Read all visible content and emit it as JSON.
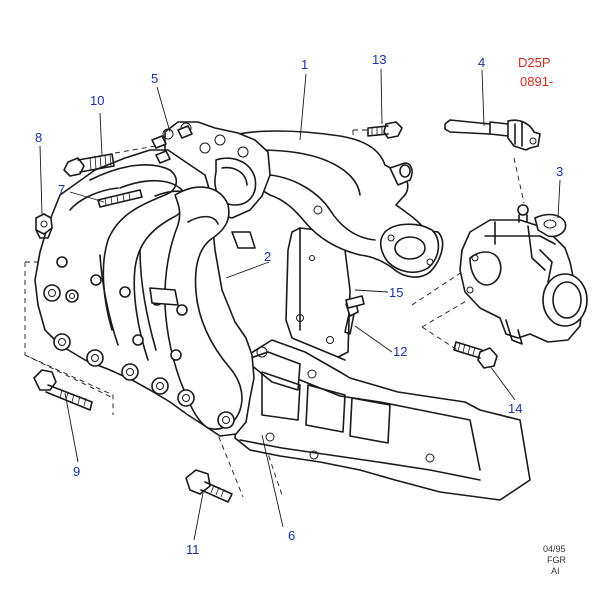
{
  "header": {
    "line1": "D25P",
    "line2": "0891-",
    "color": "#d42a1e"
  },
  "callout_color": "#1a2fa8",
  "callouts": [
    {
      "id": "1",
      "label": "1"
    },
    {
      "id": "2",
      "label": "2"
    },
    {
      "id": "3",
      "label": "3"
    },
    {
      "id": "4",
      "label": "4"
    },
    {
      "id": "5",
      "label": "5"
    },
    {
      "id": "6",
      "label": "6"
    },
    {
      "id": "7",
      "label": "7"
    },
    {
      "id": "8",
      "label": "8"
    },
    {
      "id": "9",
      "label": "9"
    },
    {
      "id": "10",
      "label": "10"
    },
    {
      "id": "11",
      "label": "11"
    },
    {
      "id": "12",
      "label": "12"
    },
    {
      "id": "13",
      "label": "13"
    },
    {
      "id": "14",
      "label": "14"
    },
    {
      "id": "15",
      "label": "15"
    }
  ],
  "stamp": {
    "line1": "04/95",
    "line2": "FGR",
    "line3": "AI"
  }
}
